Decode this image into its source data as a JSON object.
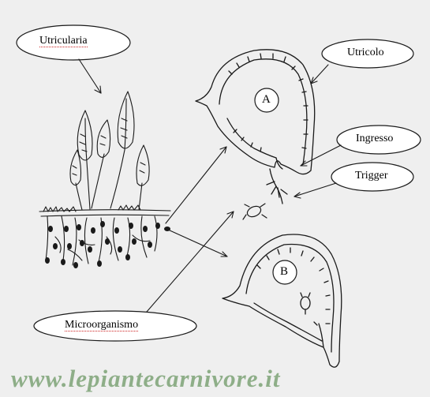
{
  "labels": {
    "utricularia": "Utricularia",
    "utricolo": "Utricolo",
    "ingresso": "Ingresso",
    "trigger": "Trigger",
    "microorganismo": "Microorganismo"
  },
  "markers": {
    "a": "A",
    "b": "B"
  },
  "watermark": "www.lepiantecarnivore.it",
  "colors": {
    "background": "#efefef",
    "ink": "#1a1a1a",
    "watermark": "#3f7a35"
  }
}
